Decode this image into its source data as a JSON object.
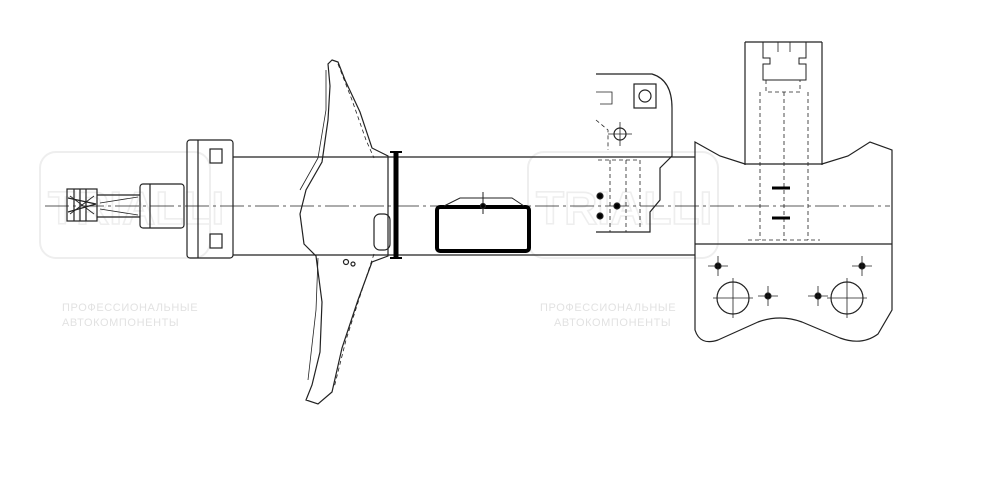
{
  "watermark": {
    "brand": "TRIALLI",
    "tagline_line1": "ПРОФЕССИОНАЛЬНЫЕ",
    "tagline_line2": "АВТОКОМПОНЕНТЫ",
    "color": "#e6e6e6"
  },
  "drawing": {
    "line_color": "#222222",
    "bold_color": "#000000",
    "background": "#ffffff"
  }
}
